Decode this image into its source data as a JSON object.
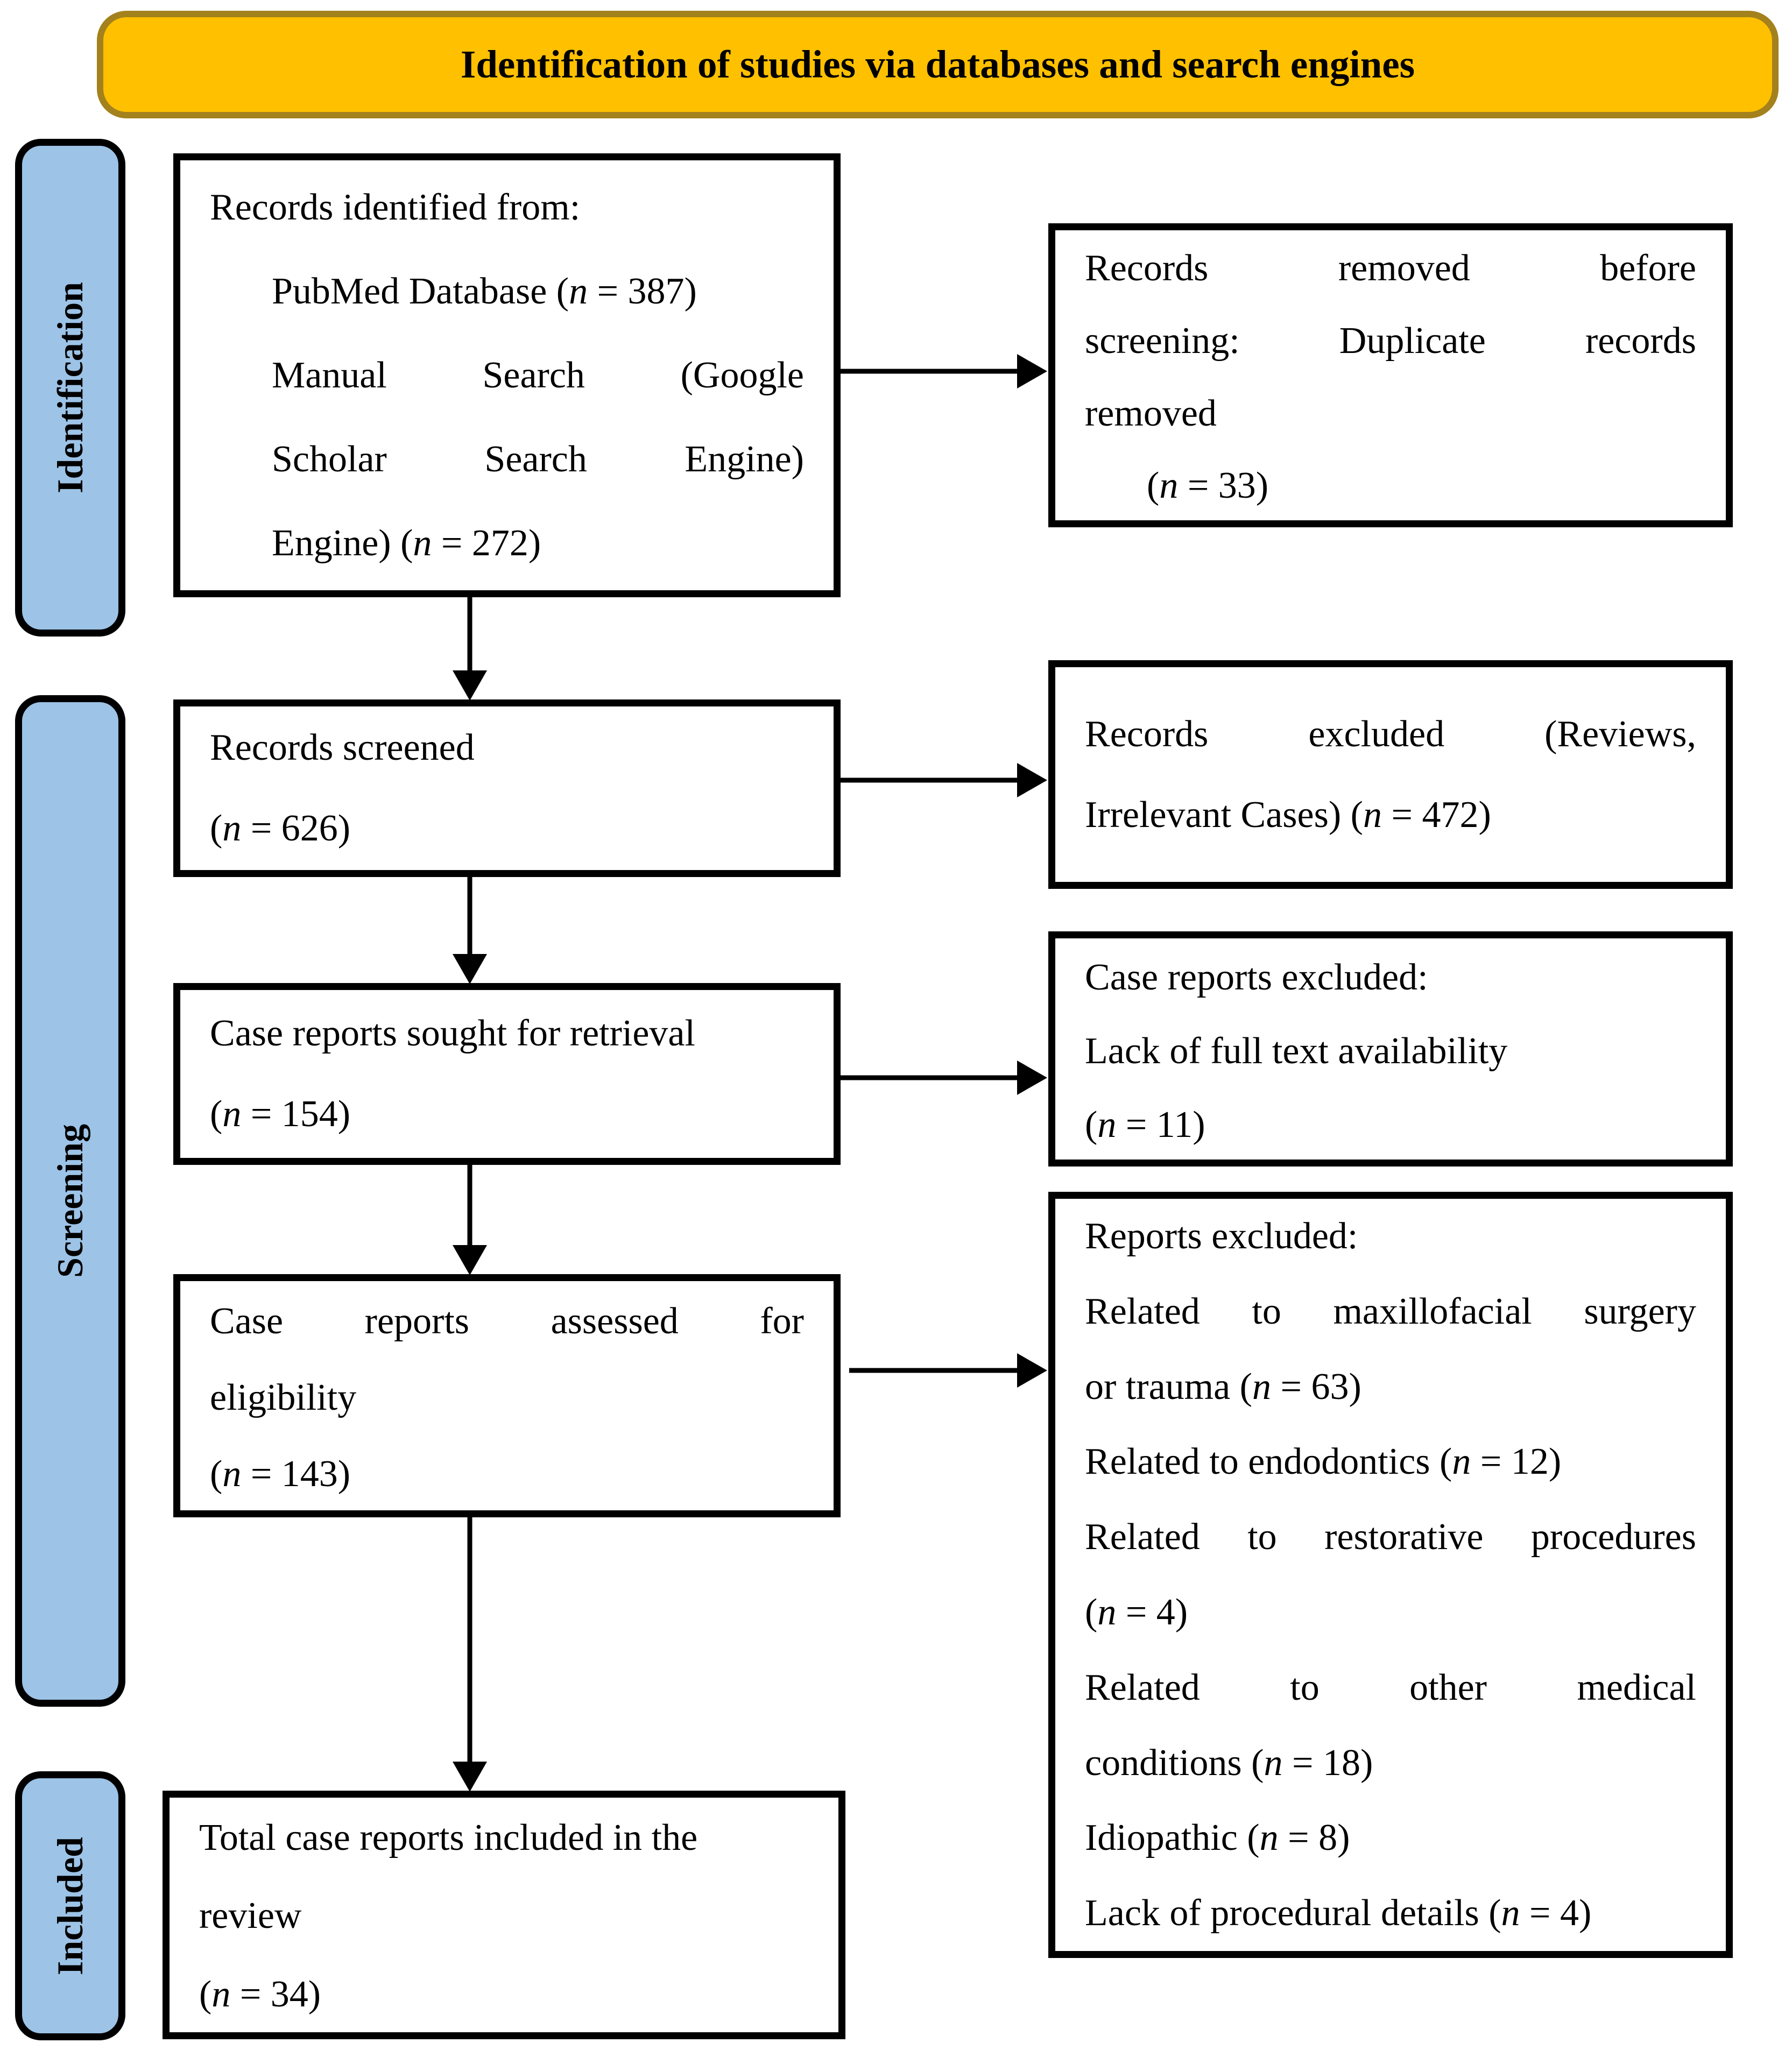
{
  "title": "Identification of studies via databases and search engines",
  "sidebar": [
    {
      "id": "identification",
      "label": "Identification"
    },
    {
      "id": "screening",
      "label": "Screening"
    },
    {
      "id": "included",
      "label": "Included"
    }
  ],
  "colors": {
    "banner_fill": "#FFC000",
    "banner_border": "#A3811C",
    "stage_fill": "#9DC3E6",
    "box_border": "#000000",
    "arrow": "#000000"
  },
  "boxes": [
    {
      "id": "records-identified",
      "lines": [
        {
          "text": "Records identified from:",
          "justify": false,
          "indent": 0
        },
        {
          "text": "PubMed Database (n = 387)",
          "justify": false,
          "indent": 1
        },
        {
          "text": "Manual Search (Google",
          "justify": true,
          "indent": 1
        },
        {
          "text": "Scholar Search Engine)",
          "justify": true,
          "indent": 1
        },
        {
          "text": "Engine) (n = 272)",
          "justify": false,
          "indent": 1
        }
      ]
    },
    {
      "id": "records-removed",
      "lines": [
        {
          "text": "Records removed before",
          "justify": true,
          "indent": 0
        },
        {
          "text": "screening: Duplicate records",
          "justify": true,
          "indent": 0
        },
        {
          "text": "removed",
          "justify": false,
          "indent": 0
        },
        {
          "text": "(n = 33)",
          "justify": false,
          "indent": 1
        }
      ]
    },
    {
      "id": "records-screened",
      "lines": [
        {
          "text": "Records screened",
          "justify": false,
          "indent": 0
        },
        {
          "text": "(n = 626)",
          "justify": false,
          "indent": 0
        }
      ]
    },
    {
      "id": "records-excluded",
      "lines": [
        {
          "text": "Records excluded (Reviews,",
          "justify": true,
          "indent": 0
        },
        {
          "text": "Irrelevant Cases) (n = 472)",
          "justify": false,
          "indent": 0
        }
      ]
    },
    {
      "id": "casereports-sought",
      "lines": [
        {
          "text": "Case reports sought for retrieval",
          "justify": false,
          "indent": 0
        },
        {
          "text": "(n = 154)",
          "justify": false,
          "indent": 0
        }
      ]
    },
    {
      "id": "casereports-excluded",
      "lines": [
        {
          "text": "Case reports excluded:",
          "justify": false,
          "indent": 0
        },
        {
          "text": "Lack of full text availability",
          "justify": false,
          "indent": 0
        },
        {
          "text": "(n = 11)",
          "justify": false,
          "indent": 0
        }
      ]
    },
    {
      "id": "casereports-assessed",
      "lines": [
        {
          "text": "Case reports assessed for",
          "justify": true,
          "indent": 0
        },
        {
          "text": "eligibility",
          "justify": false,
          "indent": 0
        },
        {
          "text": "(n = 143)",
          "justify": false,
          "indent": 0
        }
      ]
    },
    {
      "id": "reports-excluded",
      "lines": [
        {
          "text": "Reports excluded:",
          "justify": false,
          "indent": 0
        },
        {
          "text": "Related to maxillofacial surgery",
          "justify": true,
          "indent": 0
        },
        {
          "text": "or trauma (n = 63)",
          "justify": false,
          "indent": 0
        },
        {
          "text": "Related to endodontics (n = 12)",
          "justify": false,
          "indent": 0
        },
        {
          "text": "Related to restorative procedures",
          "justify": true,
          "indent": 0
        },
        {
          "text": "(n = 4)",
          "justify": false,
          "indent": 0
        },
        {
          "text": "Related to other medical",
          "justify": true,
          "indent": 0
        },
        {
          "text": "conditions (n = 18)",
          "justify": false,
          "indent": 0
        },
        {
          "text": "Idiopathic (n = 8)",
          "justify": false,
          "indent": 0
        },
        {
          "text": "Lack of procedural details (n = 4)",
          "justify": false,
          "indent": 0
        }
      ]
    },
    {
      "id": "total-included",
      "lines": [
        {
          "text": "Total case reports included in the",
          "justify": false,
          "indent": 0
        },
        {
          "text": "review",
          "justify": false,
          "indent": 0
        },
        {
          "text": "(n = 34)",
          "justify": false,
          "indent": 0
        }
      ]
    }
  ]
}
